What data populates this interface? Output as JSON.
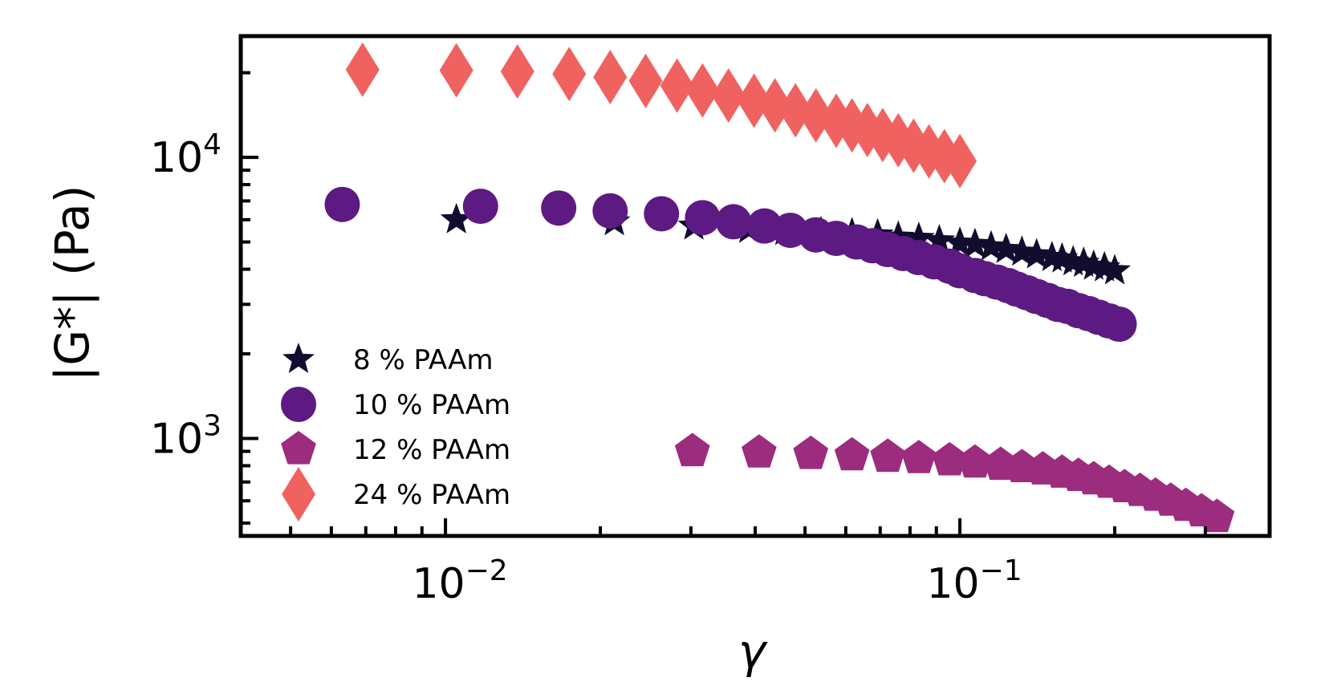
{
  "chart_data": {
    "type": "scatter",
    "xscale": "log",
    "yscale": "log",
    "xlabel": "γ",
    "ylabel": "|G*| (Pa)",
    "xlim": [
      0.004,
      0.4
    ],
    "ylim": [
      450,
      27000
    ],
    "x_ticks": [
      {
        "value": 0.01,
        "base": "10",
        "exp": "−2"
      },
      {
        "value": 0.1,
        "base": "10",
        "exp": "−1"
      }
    ],
    "y_ticks": [
      {
        "value": 1000,
        "base": "10",
        "exp": "3"
      },
      {
        "value": 10000,
        "base": "10",
        "exp": "4"
      }
    ],
    "legend_position": "lower-left",
    "series": [
      {
        "name": "8 % PAAm",
        "marker": "star",
        "color": "#120c2e",
        "x": [
          0.0105,
          0.0213,
          0.0304,
          0.0389,
          0.0457,
          0.0537,
          0.0617,
          0.0692,
          0.0759,
          0.0832,
          0.0912,
          0.1,
          0.107,
          0.115,
          0.123,
          0.132,
          0.141,
          0.151,
          0.158,
          0.166,
          0.174,
          0.182,
          0.191,
          0.2
        ],
        "y": [
          6000,
          5900,
          5700,
          5550,
          5450,
          5400,
          5350,
          5300,
          5200,
          5150,
          5050,
          4950,
          4900,
          4800,
          4700,
          4600,
          4500,
          4400,
          4350,
          4250,
          4200,
          4100,
          4050,
          3950
        ]
      },
      {
        "name": "10 % PAAm",
        "marker": "circle",
        "color": "#5c1a82",
        "x": [
          0.0063,
          0.0117,
          0.0166,
          0.0209,
          0.0263,
          0.0316,
          0.0363,
          0.0417,
          0.0468,
          0.0525,
          0.0575,
          0.063,
          0.0676,
          0.0724,
          0.0776,
          0.0832,
          0.0891,
          0.0955,
          0.1,
          0.107,
          0.112,
          0.118,
          0.124,
          0.129,
          0.135,
          0.141,
          0.148,
          0.155,
          0.162,
          0.17,
          0.178,
          0.186,
          0.195,
          0.204
        ],
        "y": [
          6800,
          6700,
          6600,
          6450,
          6300,
          6100,
          5900,
          5700,
          5500,
          5300,
          5150,
          5000,
          4850,
          4700,
          4550,
          4400,
          4250,
          4100,
          3950,
          3800,
          3700,
          3600,
          3500,
          3400,
          3300,
          3200,
          3100,
          3000,
          2950,
          2850,
          2780,
          2700,
          2620,
          2550
        ]
      },
      {
        "name": "12 % PAAm",
        "marker": "pentagon",
        "color": "#9c2c7e",
        "x": [
          0.0302,
          0.0407,
          0.0513,
          0.0617,
          0.0724,
          0.0832,
          0.0955,
          0.107,
          0.12,
          0.132,
          0.145,
          0.158,
          0.17,
          0.182,
          0.195,
          0.209,
          0.224,
          0.24,
          0.257,
          0.275,
          0.295,
          0.316
        ],
        "y": [
          900,
          890,
          880,
          870,
          860,
          850,
          835,
          820,
          805,
          790,
          775,
          755,
          735,
          715,
          695,
          670,
          650,
          625,
          600,
          575,
          550,
          525
        ]
      },
      {
        "name": "24 % PAAm",
        "marker": "diamond",
        "color": "#f0625f",
        "x": [
          0.0069,
          0.0105,
          0.0138,
          0.0174,
          0.0209,
          0.0245,
          0.0282,
          0.0316,
          0.0355,
          0.0398,
          0.0437,
          0.0479,
          0.0525,
          0.0575,
          0.0617,
          0.0661,
          0.0708,
          0.0759,
          0.0813,
          0.0871,
          0.0933,
          0.1
        ],
        "y": [
          20500,
          20400,
          20200,
          19800,
          19300,
          18700,
          18000,
          17300,
          16600,
          15900,
          15300,
          14700,
          14100,
          13500,
          13000,
          12500,
          12000,
          11500,
          11000,
          10500,
          10100,
          9700
        ]
      }
    ]
  }
}
